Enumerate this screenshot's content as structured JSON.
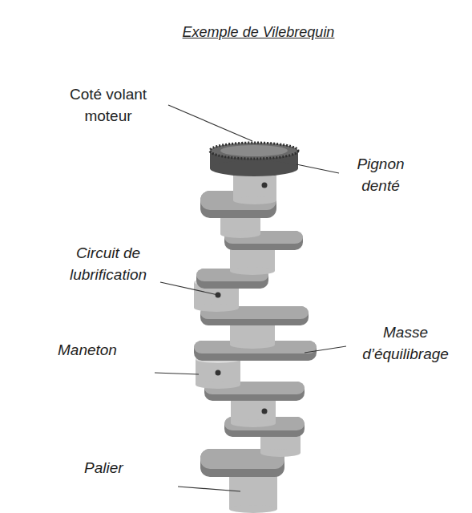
{
  "diagram": {
    "title": "Exemple de Vilebrequin",
    "labels": [
      "Coté volant moteur",
      "Pignon denté",
      "Circuit de lubrification",
      "Maneton",
      "Masse d’équilibrage",
      "Palier"
    ]
  }
}
